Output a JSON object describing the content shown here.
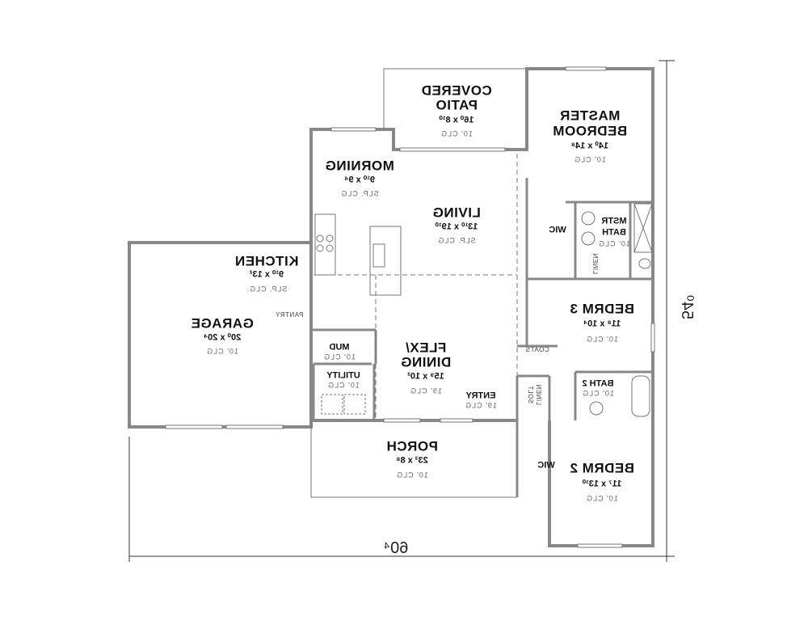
{
  "plan": {
    "dimensions": {
      "width": "60⁴",
      "depth": "54⁰"
    },
    "rooms": {
      "covered_patio": {
        "name1": "COVERED",
        "name2": "PATIO",
        "size": "16⁰ x 8¹⁰",
        "ceiling": "10' CLG"
      },
      "master_bedroom": {
        "name1": "MASTER",
        "name2": "BEDROOM",
        "size": "14⁰ x 14⁸",
        "ceiling": "10' CLG"
      },
      "morning": {
        "name": "MORNING",
        "size": "9¹⁰ x 9⁴",
        "ceiling": "SLP. CLG"
      },
      "living": {
        "name": "LIVING",
        "size": "13¹⁰ x 19¹⁰",
        "ceiling": "SLP. CLG"
      },
      "kitchen": {
        "name": "KITCHEN",
        "size": "9¹⁰ x 13²",
        "ceiling": "SLP. CLG."
      },
      "pantry": {
        "name": "PANTRY"
      },
      "garage": {
        "name": "GARAGE",
        "size": "20⁰ x 20⁴",
        "ceiling": "10' CLG"
      },
      "mud": {
        "name": "MUD",
        "ceiling": "10' CLG"
      },
      "utility": {
        "name": "UTILITY",
        "ceiling": "10' CLG"
      },
      "flex_dining": {
        "name1": "FLEX/",
        "name2": "DINING",
        "size": "15⁹ x 10²",
        "ceiling": "19' CLG"
      },
      "entry": {
        "name": "ENTRY",
        "ceiling": "19' CLG"
      },
      "porch": {
        "name": "PORCH",
        "size": "23³ x 8⁸",
        "ceiling": "10' CLG"
      },
      "master_wic": {
        "name": "WIC"
      },
      "master_bath": {
        "name1": "MSTR",
        "name2": "BATH",
        "ceiling": "10' CLG"
      },
      "master_linen": {
        "name": "LINEN"
      },
      "bedroom3": {
        "name": "BEDRM 3",
        "size": "11⁸ x 10⁴",
        "ceiling": "10' CLG"
      },
      "coats": {
        "name": "COATS"
      },
      "bath2": {
        "name": "BATH 2",
        "ceiling": "10' CLG"
      },
      "hall_linen": {
        "name1": "LINEN",
        "name2": "SOLT"
      },
      "bedroom2_wic": {
        "name": "WIC"
      },
      "bedroom2": {
        "name": "BEDRM 2",
        "size": "11⁷ x 13¹⁰",
        "ceiling": "10' CLG"
      }
    }
  }
}
